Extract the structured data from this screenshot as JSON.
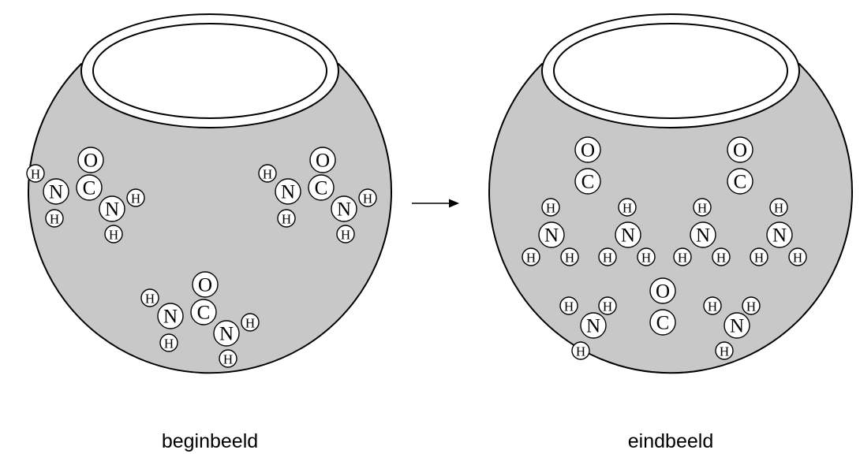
{
  "colors": {
    "flask_fill": "#c8c8c8",
    "outline": "#000000",
    "atom_fill": "#ffffff"
  },
  "atom_labels": {
    "oxygen": "O",
    "carbon": "C",
    "nitrogen": "N",
    "hydrogen": "H"
  },
  "panels": [
    {
      "caption": "beginbeeld",
      "contents": [
        {
          "formula": "CO(NH2)2",
          "count": 3
        }
      ]
    },
    {
      "caption": "eindbeeld",
      "contents": [
        {
          "formula": "CO",
          "count": 3
        },
        {
          "formula": "NH3",
          "count": 6
        }
      ]
    }
  ],
  "arrow": {
    "icon": "arrow-right-icon"
  }
}
